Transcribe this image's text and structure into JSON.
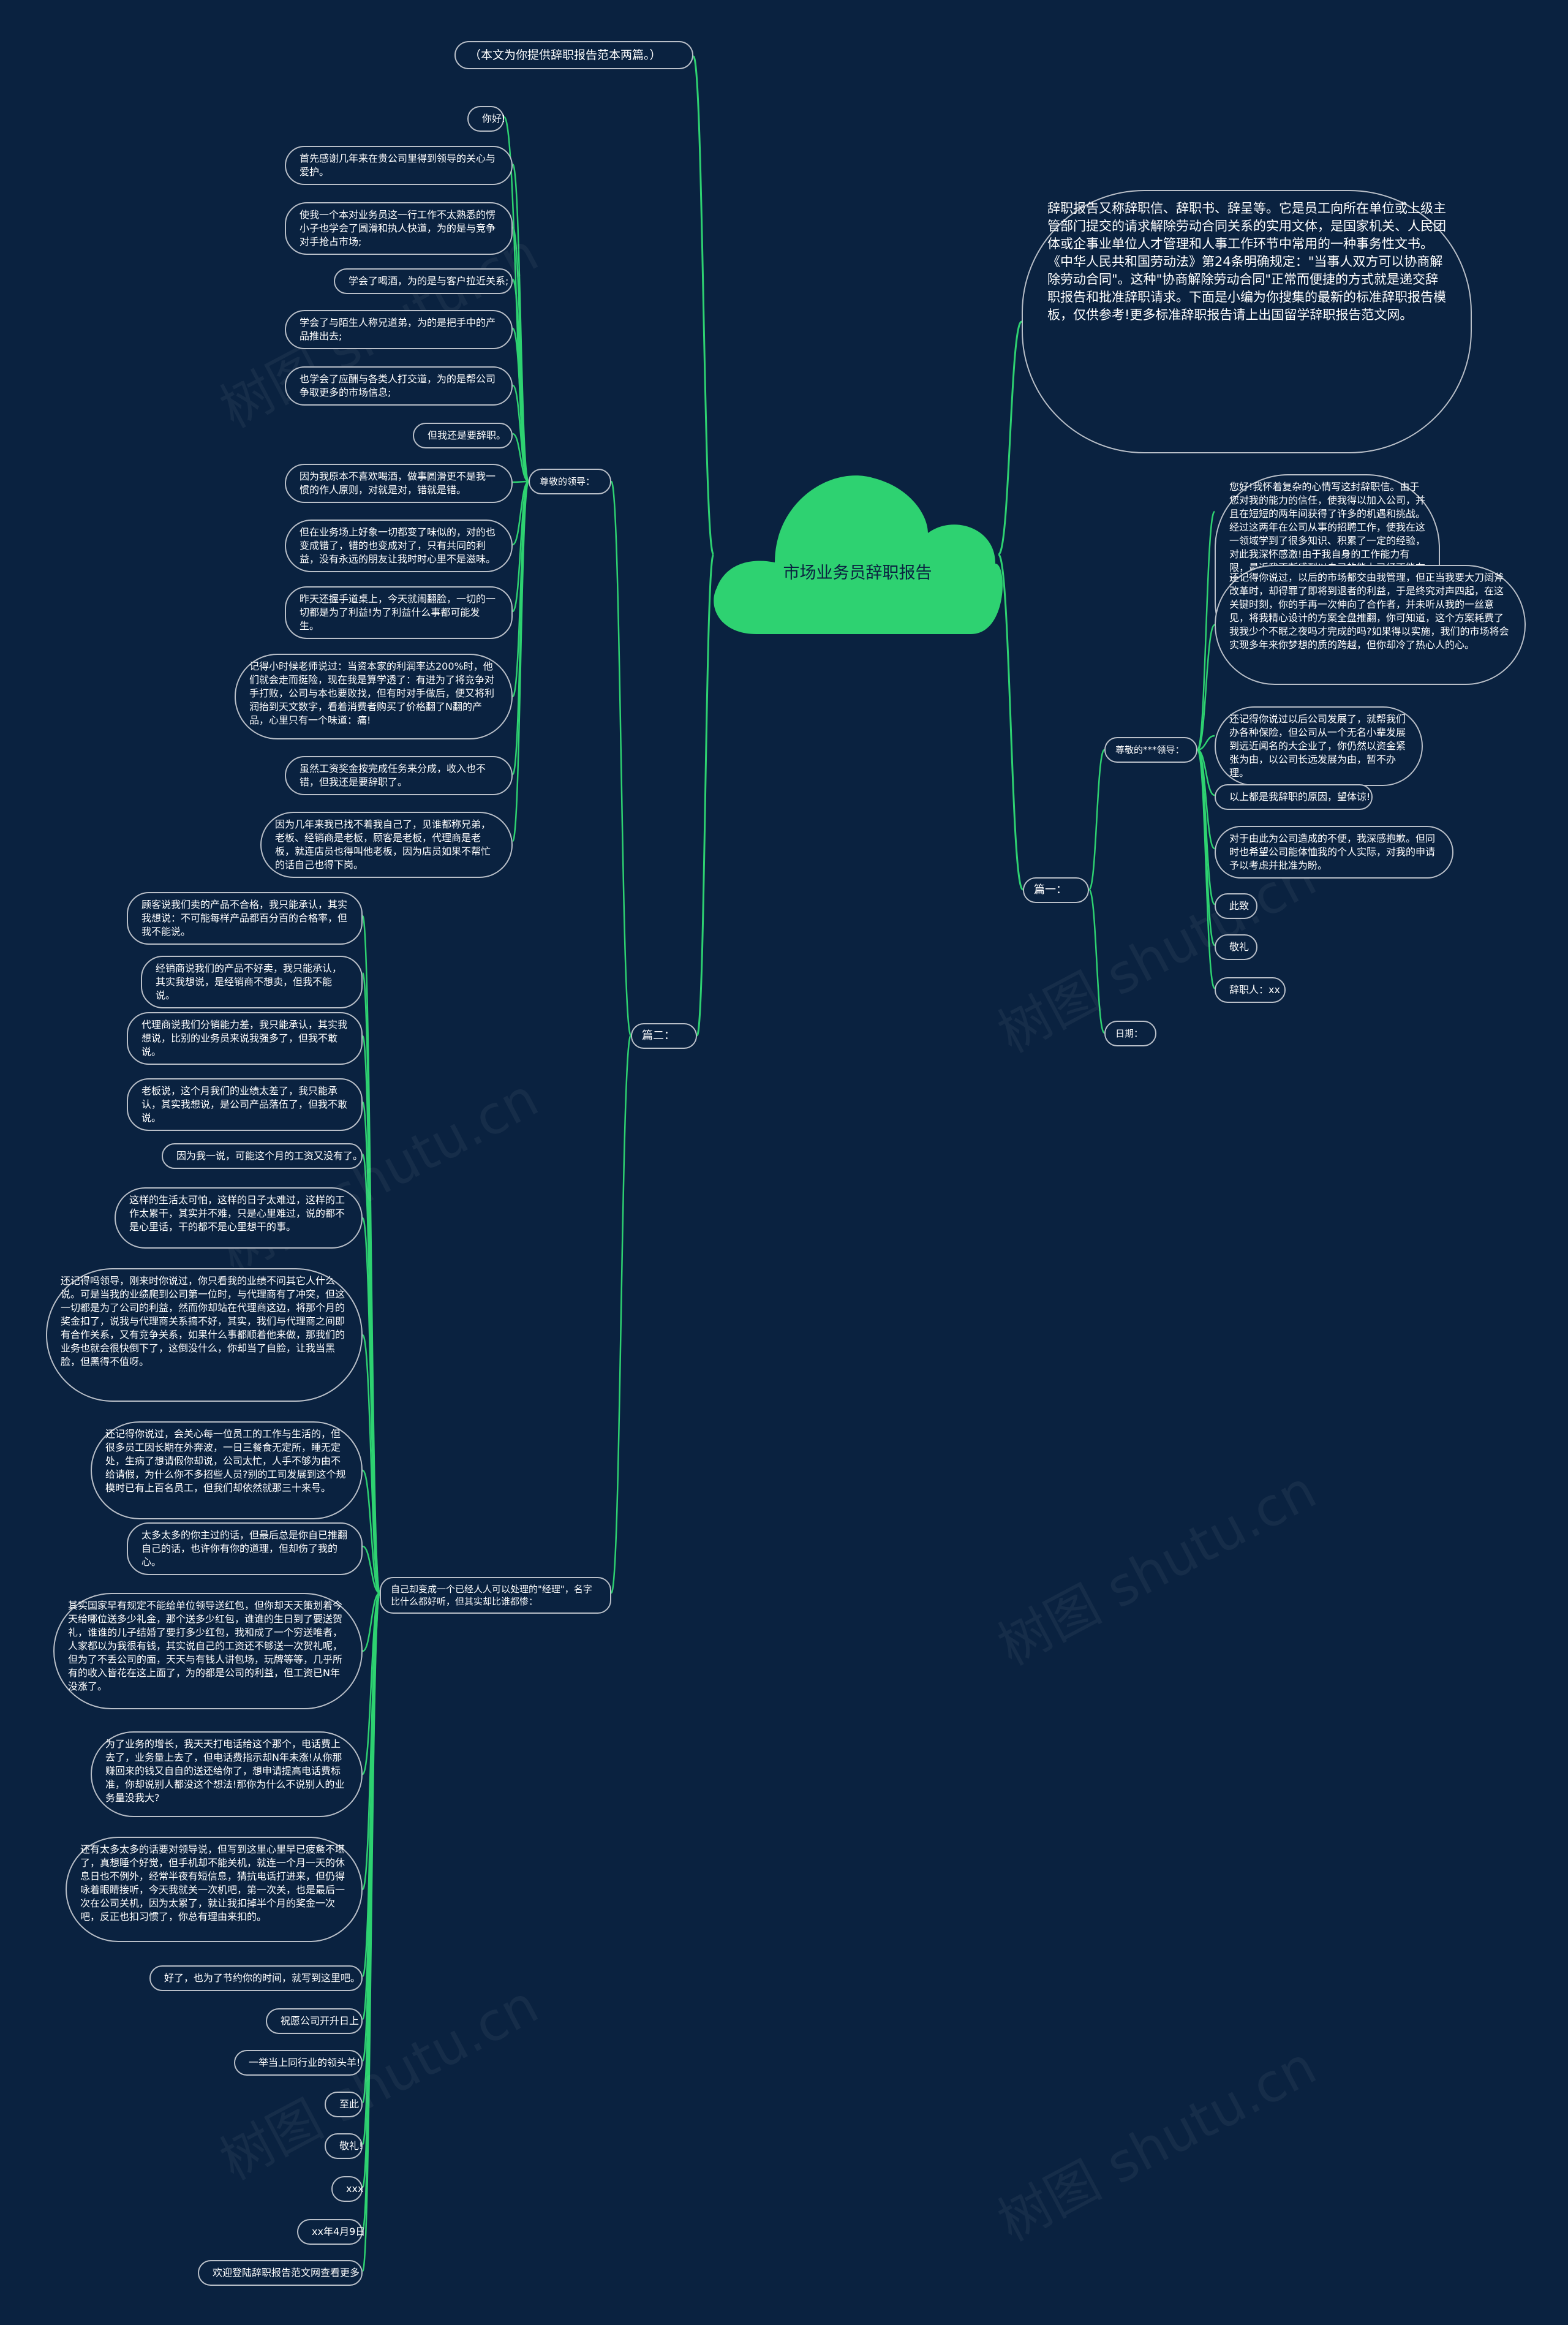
{
  "title": "市场业务员辞职报告",
  "colors": {
    "background": "#0a2240",
    "center": "#2ed271",
    "edge": "#2ed271",
    "border": "#b9bfc8",
    "text": "#ffffff"
  },
  "watermark": "树图 shutu.cn",
  "intro_note": "（本文为你提供辞职报告范本两篇。）",
  "right": {
    "description": "辞职报告又称辞职信、辞职书、辞呈等。它是员工向所在单位或上级主管部门提交的请求解除劳动合同关系的实用文体，是国家机关、人民团体或企事业单位人才管理和人事工作环节中常用的一种事务性文书。《中华人民共和国劳动法》第24条明确规定：\"当事人双方可以协商解除劳动合同\"。这种\"协商解除劳动合同\"正常而便捷的方式就是递交辞职报告和批准辞职请求。下面是小编为你搜集的最新的标准辞职报告模板，仅供参考!更多标准辞职报告请上出国留学辞职报告范文网。",
    "branch_label": "篇一：",
    "sub_label": "尊敬的***领导：",
    "date_label": "日期：",
    "items": [
      "您好!我怀着复杂的心情写这封辞职信。由于您对我的能力的信任，使我得以加入公司，并且在短短的两年间获得了许多的机遇和挑战。经过这两年在公司从事的招聘工作，使我在这一领域学到了很多知识、积累了一定的经验，对此我深怀感激!由于我自身的工作能力有限，最近我不断感到以自己的能力已经不能在工作中给予公司更大的贡献。之前，我就曾经提出过辞职，但是在您的劝说下我留下来了。本来，我期望通过自己的努力改善现状，却未能如愿。我也知道，这个时候离开是一种不负责任的表现，但是我不想再误人误己了。因此我今天郑重的提出辞职申请，并希望能与今年x月xx日正式离职。",
      "还记得你说过，以后的市场都交由我管理，但正当我要大刀阔斧改革时，却得罪了即将到退者的利益，于是终究对声四起，在这关键时刻，你的手再一次伸向了合作者，并未听从我的一丝意见，将我精心设计的方案全盘推翻，你可知道，这个方案耗费了我我少个不眠之夜吗才完成的吗?如果得以实施，我们的市场将会实现多年来你梦想的质的跨越，但你却冷了热心人的心。",
      "还记得你说过以后公司发展了，就帮我们办各种保险，但公司从一个无名小辈发展到远近闻名的大企业了，你仍然以资金紧张为由，以公司长远发展为由，暂不办理。",
      "以上都是我辞职的原因，望体谅!",
      "对于由此为公司造成的不便，我深感抱歉。但同时也希望公司能体恤我的个人实际，对我的申请予以考虑并批准为盼。",
      "此致",
      "敬礼",
      "辞职人：xx"
    ]
  },
  "left": {
    "branch_label": "篇二：",
    "sub1_label": "尊敬的领导：",
    "sub2_label": "自己却变成一个已经人人可以处理的\"经理\"，名字比什么都好听，但其实却比谁都惨：",
    "sub1_items": [
      "你好!",
      "首先感谢几年来在贵公司里得到领导的关心与爱护。",
      "使我一个本对业务员这一行工作不太熟悉的愣小子也学会了圆滑和执人快道，为的是与竞争对手抢占市场;",
      "学会了喝酒，为的是与客户拉近关系;",
      "学会了与陌生人称兄道弟，为的是把手中的产品推出去;",
      "也学会了应酬与各类人打交道，为的是帮公司争取更多的市场信息;",
      "但我还是要辞职。",
      "因为我原本不喜欢喝酒，做事圆滑更不是我一惯的作人原则，对就是对，错就是错。",
      "但在业务场上好象一切都变了味似的，对的也变成错了，错的也变成对了，只有共同的利益，没有永远的朋友让我时时心里不是滋味。",
      "昨天还握手道桌上，今天就闹翻脸，一切的一切都是为了利益!为了利益什么事都可能发生。",
      "记得小时候老师说过：当资本家的利润率达200%时，他们就会走而挺险，现在我是算学透了：有进为了将竞争对手打败，公司与本也要败找，但有时对手做后，便又将利润抬到天文数字，看着消费者购买了价格翻了N翻的产品，心里只有一个味道：痛!",
      "虽然工资奖金按完成任务来分成，收入也不错，但我还是要辞职了。",
      "因为几年来我已找不着我自己了，见谁都称兄弟，老板、经销商是老板，顾客是老板，代理商是老板，就连店员也得叫他老板，因为店员如果不帮忙的话自己也得下岗。"
    ],
    "sub2_items": [
      "顾客说我们卖的产品不合格，我只能承认，其实我想说：不可能每样产品都百分百的合格率，但我不能说。",
      "经销商说我们的产品不好卖，我只能承认，其实我想说，是经销商不想卖，但我不能说。",
      "代理商说我们分销能力差，我只能承认，其实我想说，比别的业务员来说我强多了，但我不敢说。",
      "老板说，这个月我们的业绩太差了，我只能承认，其实我想说，是公司产品落伍了，但我不敢说。",
      "因为我一说，可能这个月的工资又没有了。",
      "这样的生活太可怕，这样的日子太难过，这样的工作太累干，其实并不难，只是心里难过，说的都不是心里话，干的都不是心里想干的事。",
      "还记得吗领导，刚来时你说过，你只看我的业绩不问其它人什么说。可是当我的业绩爬到公司第一位时，与代理商有了冲突，但这一切都是为了公司的利益，然而你却站在代理商这边，将那个月的奖金扣了，说我与代理商关系搞不好，其实，我们与代理商之间即有合作关系，又有竞争关系，如果什么事都顺着他来做，那我们的业务也就会很快倒下了，这倒没什么，你却当了自脸，让我当黑脸，但黑得不值呀。",
      "还记得你说过，会关心每一位员工的工作与生活的，但很多员工因长期在外奔波，一日三餐食无定所，睡无定处，生病了想请假你却说，公司太忙，人手不够为由不给请假，为什么你不多招些人员?别的工司发展到这个规模时已有上百名员工，但我们却依然就那三十来号。",
      "太多太多的你主过的话，但最后总是你自已推翻自己的话，也许你有你的道理，但却伤了我的心。",
      "其实国家早有规定不能给单位领导送红包，但你却天天策划着今天给哪位送多少礼金，那个送多少红包，谁谁的生日到了要送贺礼，谁谁的儿子结婚了要打多少红包，我和成了一个穷送唯者，人家都以为我很有钱，其实说自己的工资还不够送一次贺礼呢，但为了不丢公司的面，天天与有钱人讲包场，玩牌等等，几乎所有的收入皆花在这上面了，为的都是公司的利益，但工资已N年没涨了。",
      "为了业务的增长，我天天打电话给这个那个，电话费上去了，业务量上去了，但电话费指示却N年未涨!从你那赚回来的钱又自自的送还给你了，想申请提高电话费标准，你却说别人都没这个想法!那你为什么不说别人的业务量没我大?",
      "还有太多太多的话要对领导说，但写到这里心里早已疲惫不堪了，真想睡个好觉，但手机却不能关机，就连一个月一天的休息日也不例外，经常半夜有短信息，猜抗电话打进来，但仍得咏着眼睛接听，今天我就关一次机吧，第一次关，也是最后一次在公司关机，因为太累了，就让我扣掉半个月的奖金一次吧，反正也扣习惯了，你总有理由来扣的。",
      "好了，也为了节约你的时间，就写到这里吧。",
      "祝愿公司开升日上",
      "一举当上同行业的领头羊!",
      "至此",
      "敬礼!",
      "xxx",
      "xx年4月9日",
      "欢迎登陆辞职报告范文网查看更多"
    ]
  }
}
